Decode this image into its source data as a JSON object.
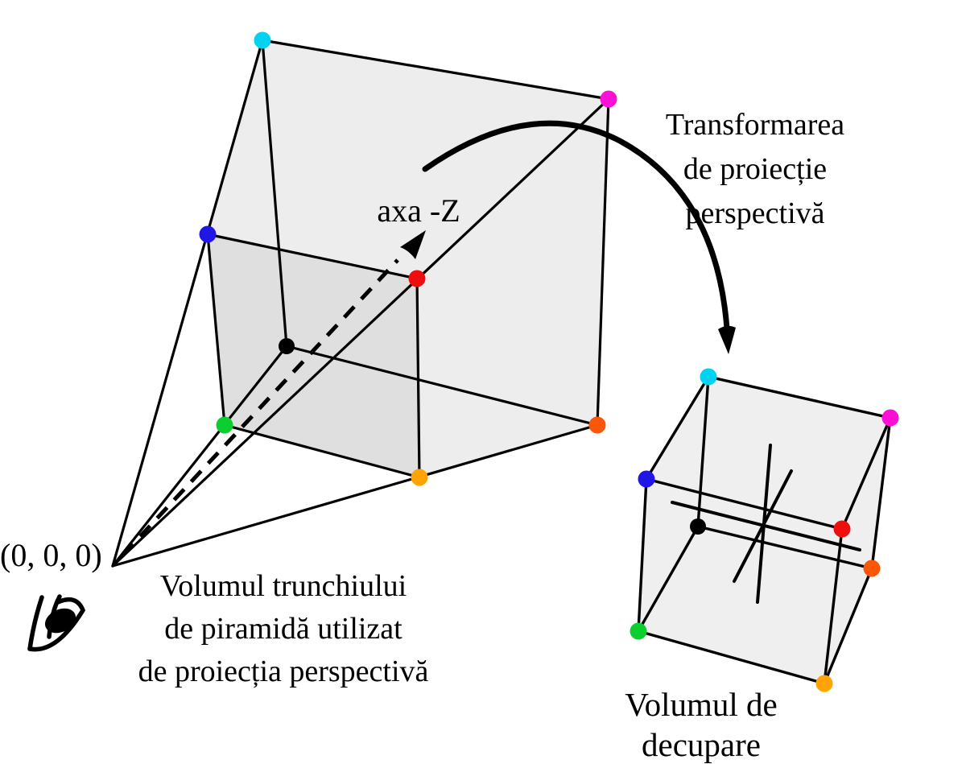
{
  "labels": {
    "origin": "(0, 0, 0)",
    "axis": "axa -Z",
    "transform": {
      "line1": "Transformarea",
      "line2": "de proiecție",
      "line3": "perspectivă"
    },
    "frustum_caption": {
      "line1": "Volumul trunchiului",
      "line2": "de piramidă utilizat",
      "line3": "de proiecția perspectivă"
    },
    "cube_caption": {
      "line1": "Volumul de",
      "line2": "decupare"
    }
  },
  "colors": {
    "background": "#FFFFFF",
    "line": "#000000",
    "face_light": "#EDEDED",
    "face_dark": "#DFDFDF",
    "cube_face": "#EFEFEF",
    "cyan": "#00D2EF",
    "blue": "#2017E6",
    "magenta": "#FC0FD7",
    "red": "#EE0E0E",
    "green": "#0CCE2F",
    "orange": "#FFA402",
    "orange_red": "#FC5708",
    "black": "#000000"
  }
}
